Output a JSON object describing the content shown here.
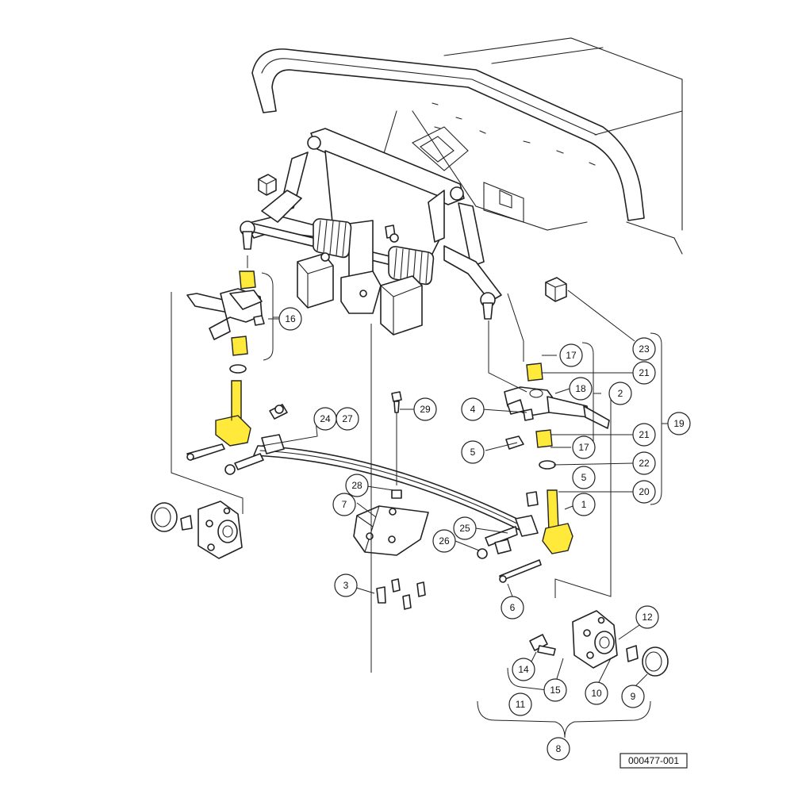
{
  "diagram": {
    "callouts": [
      {
        "id": "c1",
        "label": "1"
      },
      {
        "id": "c2",
        "label": "2"
      },
      {
        "id": "c3",
        "label": "3"
      },
      {
        "id": "c4",
        "label": "4"
      },
      {
        "id": "c5a",
        "label": "5"
      },
      {
        "id": "c5b",
        "label": "5"
      },
      {
        "id": "c6",
        "label": "6"
      },
      {
        "id": "c7",
        "label": "7"
      },
      {
        "id": "c8",
        "label": "8"
      },
      {
        "id": "c9",
        "label": "9"
      },
      {
        "id": "c10",
        "label": "10"
      },
      {
        "id": "c11",
        "label": "11"
      },
      {
        "id": "c12",
        "label": "12"
      },
      {
        "id": "c14",
        "label": "14"
      },
      {
        "id": "c15",
        "label": "15"
      },
      {
        "id": "c16",
        "label": "16"
      },
      {
        "id": "c17a",
        "label": "17"
      },
      {
        "id": "c17b",
        "label": "17"
      },
      {
        "id": "c18",
        "label": "18"
      },
      {
        "id": "c19",
        "label": "19"
      },
      {
        "id": "c20",
        "label": "20"
      },
      {
        "id": "c21a",
        "label": "21"
      },
      {
        "id": "c21b",
        "label": "21"
      },
      {
        "id": "c22",
        "label": "22"
      },
      {
        "id": "c23",
        "label": "23"
      },
      {
        "id": "c24",
        "label": "24"
      },
      {
        "id": "c25",
        "label": "25"
      },
      {
        "id": "c26",
        "label": "26"
      },
      {
        "id": "c27",
        "label": "27"
      },
      {
        "id": "c28",
        "label": "28"
      },
      {
        "id": "c29",
        "label": "29"
      }
    ],
    "reference_number": "000477-001",
    "highlight_color": "#ffe93a"
  }
}
